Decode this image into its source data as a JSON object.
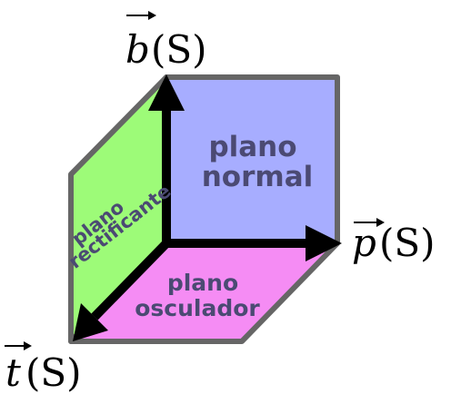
{
  "planes": {
    "normal": {
      "line1": "plano",
      "line2": "normal",
      "color": "#a7adff"
    },
    "osculador": {
      "line1": "plano",
      "line2": "osculador",
      "color": "#f58cf4"
    },
    "rectificante": {
      "line1": "plano",
      "line2": "rectificante",
      "color": "#9dfb78"
    }
  },
  "axes": {
    "binormal": {
      "symbol": "b",
      "argument": "(S)"
    },
    "principal_normal": {
      "symbol": "p",
      "argument": "(S)"
    },
    "tangent": {
      "symbol": "t",
      "argument": "(S)"
    }
  },
  "colors": {
    "outline": "#666666",
    "arrow": "#000000",
    "label": "#4b4a73"
  }
}
